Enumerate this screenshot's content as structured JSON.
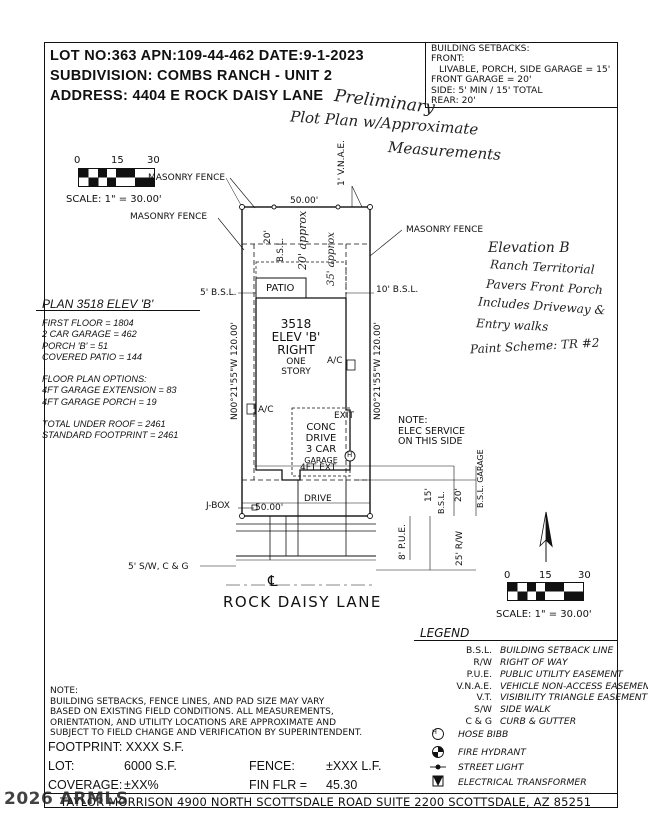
{
  "header": {
    "lot_line": "LOT NO:363  APN:109-44-462  DATE:9-1-2023",
    "subdivision_line": "SUBDIVISION: COMBS RANCH - UNIT 2",
    "address_line": "ADDRESS: 4404 E ROCK DAISY LANE"
  },
  "setbacks": {
    "title": "BUILDING SETBACKS:",
    "front": "FRONT:",
    "livable": "LIVABLE, PORCH, SIDE GARAGE = 15'",
    "front_garage": "FRONT GARAGE = 20'",
    "side": "SIDE: 5' MIN / 15' TOTAL",
    "rear": "REAR: 20'"
  },
  "handwritten": {
    "preliminary": "Preliminary",
    "plot_plan": "Plot Plan w/Approximate",
    "measurements": "Measurements",
    "elevation": "Elevation B",
    "ranch": "Ranch Territorial",
    "pavers": "Pavers Front Porch",
    "includes": "Includes Driveway &",
    "entry": "Entry walks",
    "paint": "Paint Scheme: TR #2",
    "dim_20_approx": "20' approx",
    "dim_35_approx": "35' approx"
  },
  "scale_top": {
    "t0": "0",
    "t1": "15",
    "t2": "30",
    "label": "SCALE: 1\" = 30.00'"
  },
  "scale_bottom": {
    "t0": "0",
    "t1": "15",
    "t2": "30",
    "label": "SCALE: 1\" = 30.00'"
  },
  "site": {
    "masonry_fence_1": "MASONRY FENCE",
    "masonry_fence_2": "MASONRY FENCE",
    "masonry_fence_3": "MASONRY FENCE",
    "vnae": "1' V.N.A.E.",
    "top_width": "50.00'",
    "bottom_width": "50.00'",
    "rear_bsl": "20'",
    "rear_bsl_label": "B.S.L.",
    "left_bsl": "5' B.S.L.",
    "right_bsl": "10' B.S.L.",
    "patio": "PATIO",
    "house_model": "3518",
    "house_elev": "ELEV 'B'",
    "house_side": "RIGHT",
    "house_story_1": "ONE",
    "house_story_2": "STORY",
    "ac_right": "A/C",
    "ac_left": "A/C",
    "left_dim": "N00°21'55\"W   120.00'",
    "right_dim": "N00°21'55\"W   120.00'",
    "exit": "EXIT",
    "conc": "CONC",
    "drive": "DRIVE",
    "car": "3 CAR",
    "garage": "GARAGE",
    "ext": "4FT EXT",
    "hose": "H",
    "drive_bottom": "DRIVE",
    "jbox": "J-BOX",
    "bsl_15": "15'",
    "bsl_15_label": "B.S.L.",
    "garage_20": "20'",
    "garage_20_label": "B.S.L. GARAGE",
    "pue": "8' P.U.E.",
    "rw": "25' R/W",
    "sw": "5' S/W, C & G",
    "centerline": "℄",
    "elec_note_1": "NOTE:",
    "elec_note_2": "ELEC SERVICE",
    "elec_note_3": "ON THIS SIDE",
    "street_name": "ROCK   DAISY   LANE"
  },
  "plan": {
    "title": "PLAN 3518 ELEV 'B'",
    "first_floor": "FIRST FLOOR = 1804",
    "garage": "2 CAR GARAGE = 462",
    "porch": "PORCH 'B' = 51",
    "patio": "COVERED PATIO = 144",
    "options": "FLOOR PLAN OPTIONS:",
    "opt1": "4FT GARAGE EXTENSION = 83",
    "opt2": "4FT GARAGE PORCH = 19",
    "total": "TOTAL UNDER ROOF = 2461",
    "standard": "STANDARD FOOTPRINT = 2461"
  },
  "legend": {
    "title": "LEGEND",
    "items": [
      {
        "k": "B.S.L.",
        "v": "BUILDING SETBACK LINE"
      },
      {
        "k": "R/W",
        "v": "RIGHT OF WAY"
      },
      {
        "k": "P.U.E.",
        "v": "PUBLIC UTILITY EASEMENT"
      },
      {
        "k": "V.N.A.E.",
        "v": "VEHICLE NON-ACCESS EASEMENT"
      },
      {
        "k": "V.T.",
        "v": "VISIBILITY TRIANGLE EASEMENT"
      },
      {
        "k": "S/W",
        "v": "SIDE WALK"
      },
      {
        "k": "C & G",
        "v": "CURB & GUTTER"
      }
    ],
    "hose_bibb": "HOSE BIBB",
    "hydrant": "FIRE HYDRANT",
    "street_light": "STREET LIGHT",
    "transformer": "ELECTRICAL TRANSFORMER",
    "hose_symbol": "H"
  },
  "note": {
    "l1": "NOTE:",
    "l2": "BUILDING SETBACKS, FENCE LINES, AND PAD SIZE MAY VARY",
    "l3": "BASED ON EXISTING FIELD CONDITIONS.  ALL MEASUREMENTS,",
    "l4": "ORIENTATION, AND UTILITY LOCATIONS ARE APPROXIMATE AND",
    "l5": "SUBJECT TO FIELD CHANGE AND VERIFICATION BY SUPERINTENDENT."
  },
  "bottom": {
    "footprint": "FOOTPRINT: XXXX S.F.",
    "lot_label": "LOT:",
    "lot_value": "6000 S.F.",
    "fence_label": "FENCE:",
    "fence_value": "±XXX L.F.",
    "coverage_label": "COVERAGE:",
    "coverage_value": "±XX%",
    "fin_flr_label": "FIN FLR =",
    "fin_flr_value": "45.30",
    "company": "TAYLOR MORRISON 4900 NORTH SCOTTSDALE ROAD SUITE 2200 SCOTTSDALE, AZ  85251",
    "watermark": "2026 ARMLS"
  }
}
